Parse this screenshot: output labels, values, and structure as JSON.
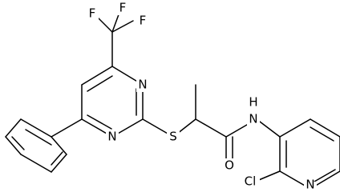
{
  "atoms": [
    {
      "id": "F1",
      "text": "F"
    },
    {
      "id": "F2",
      "text": "F"
    },
    {
      "id": "F3",
      "text": "F"
    },
    {
      "id": "N_top",
      "text": "N"
    },
    {
      "id": "N_bottom",
      "text": "N"
    },
    {
      "id": "S",
      "text": "S"
    },
    {
      "id": "O",
      "text": "O"
    },
    {
      "id": "N_amide",
      "text": "N"
    },
    {
      "id": "H_amide",
      "text": "H"
    },
    {
      "id": "Cl",
      "text": "Cl"
    },
    {
      "id": "N_pyridine",
      "text": "N"
    }
  ]
}
